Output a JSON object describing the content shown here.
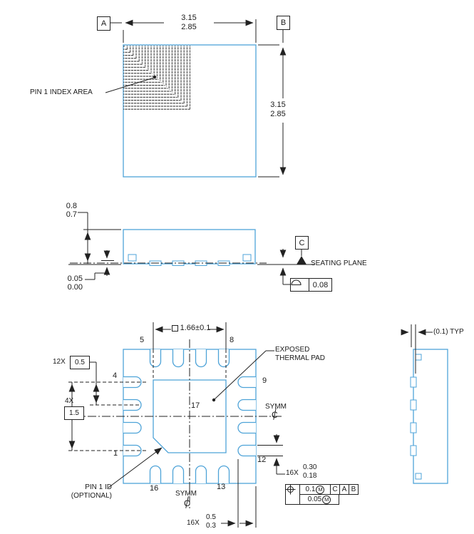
{
  "colors": {
    "accent_blue": "#4ea3d8",
    "line": "#222222"
  },
  "views": {
    "top": {
      "datum_a": "A",
      "datum_b": "B",
      "width": {
        "max": "3.15",
        "min": "2.85"
      },
      "height": {
        "max": "3.15",
        "min": "2.85"
      },
      "pin1_index_label": "PIN 1 INDEX AREA"
    },
    "side": {
      "height": {
        "max": "0.8",
        "min": "0.7"
      },
      "standoff": {
        "max": "0.05",
        "min": "0.00"
      },
      "datum_c": "C",
      "seating_plane": "SEATING PLANE",
      "profile_tol": "0.08"
    },
    "bottom": {
      "pad_dim": "1.66±0.1",
      "pitch": {
        "count": "12X",
        "value": "0.5"
      },
      "span": {
        "count": "4X",
        "value": "1.5"
      },
      "pins": {
        "p1": "1",
        "p4": "4",
        "p5": "5",
        "p8": "8",
        "p9": "9",
        "p12": "12",
        "p13": "13",
        "p16": "16",
        "p17": "17"
      },
      "exposed_pad": {
        "line1": "EXPOSED",
        "line2": "THERMAL PAD"
      },
      "symm": "SYMM",
      "centerline": "C",
      "pin1_id": {
        "line1": "PIN 1 ID",
        "line2": "(OPTIONAL)"
      },
      "lead_width": {
        "count": "16X",
        "max": "0.30",
        "min": "0.18"
      },
      "lead_length": {
        "count": "16X",
        "max": "0.5",
        "min": "0.3"
      },
      "fcf": {
        "tol1": "0.1",
        "mod1": "M",
        "datum1": "C",
        "datum2": "A",
        "datum3": "B",
        "tol2": "0.05",
        "mod2": "M"
      }
    },
    "detail": {
      "offset": "(0.1) TYP"
    }
  }
}
